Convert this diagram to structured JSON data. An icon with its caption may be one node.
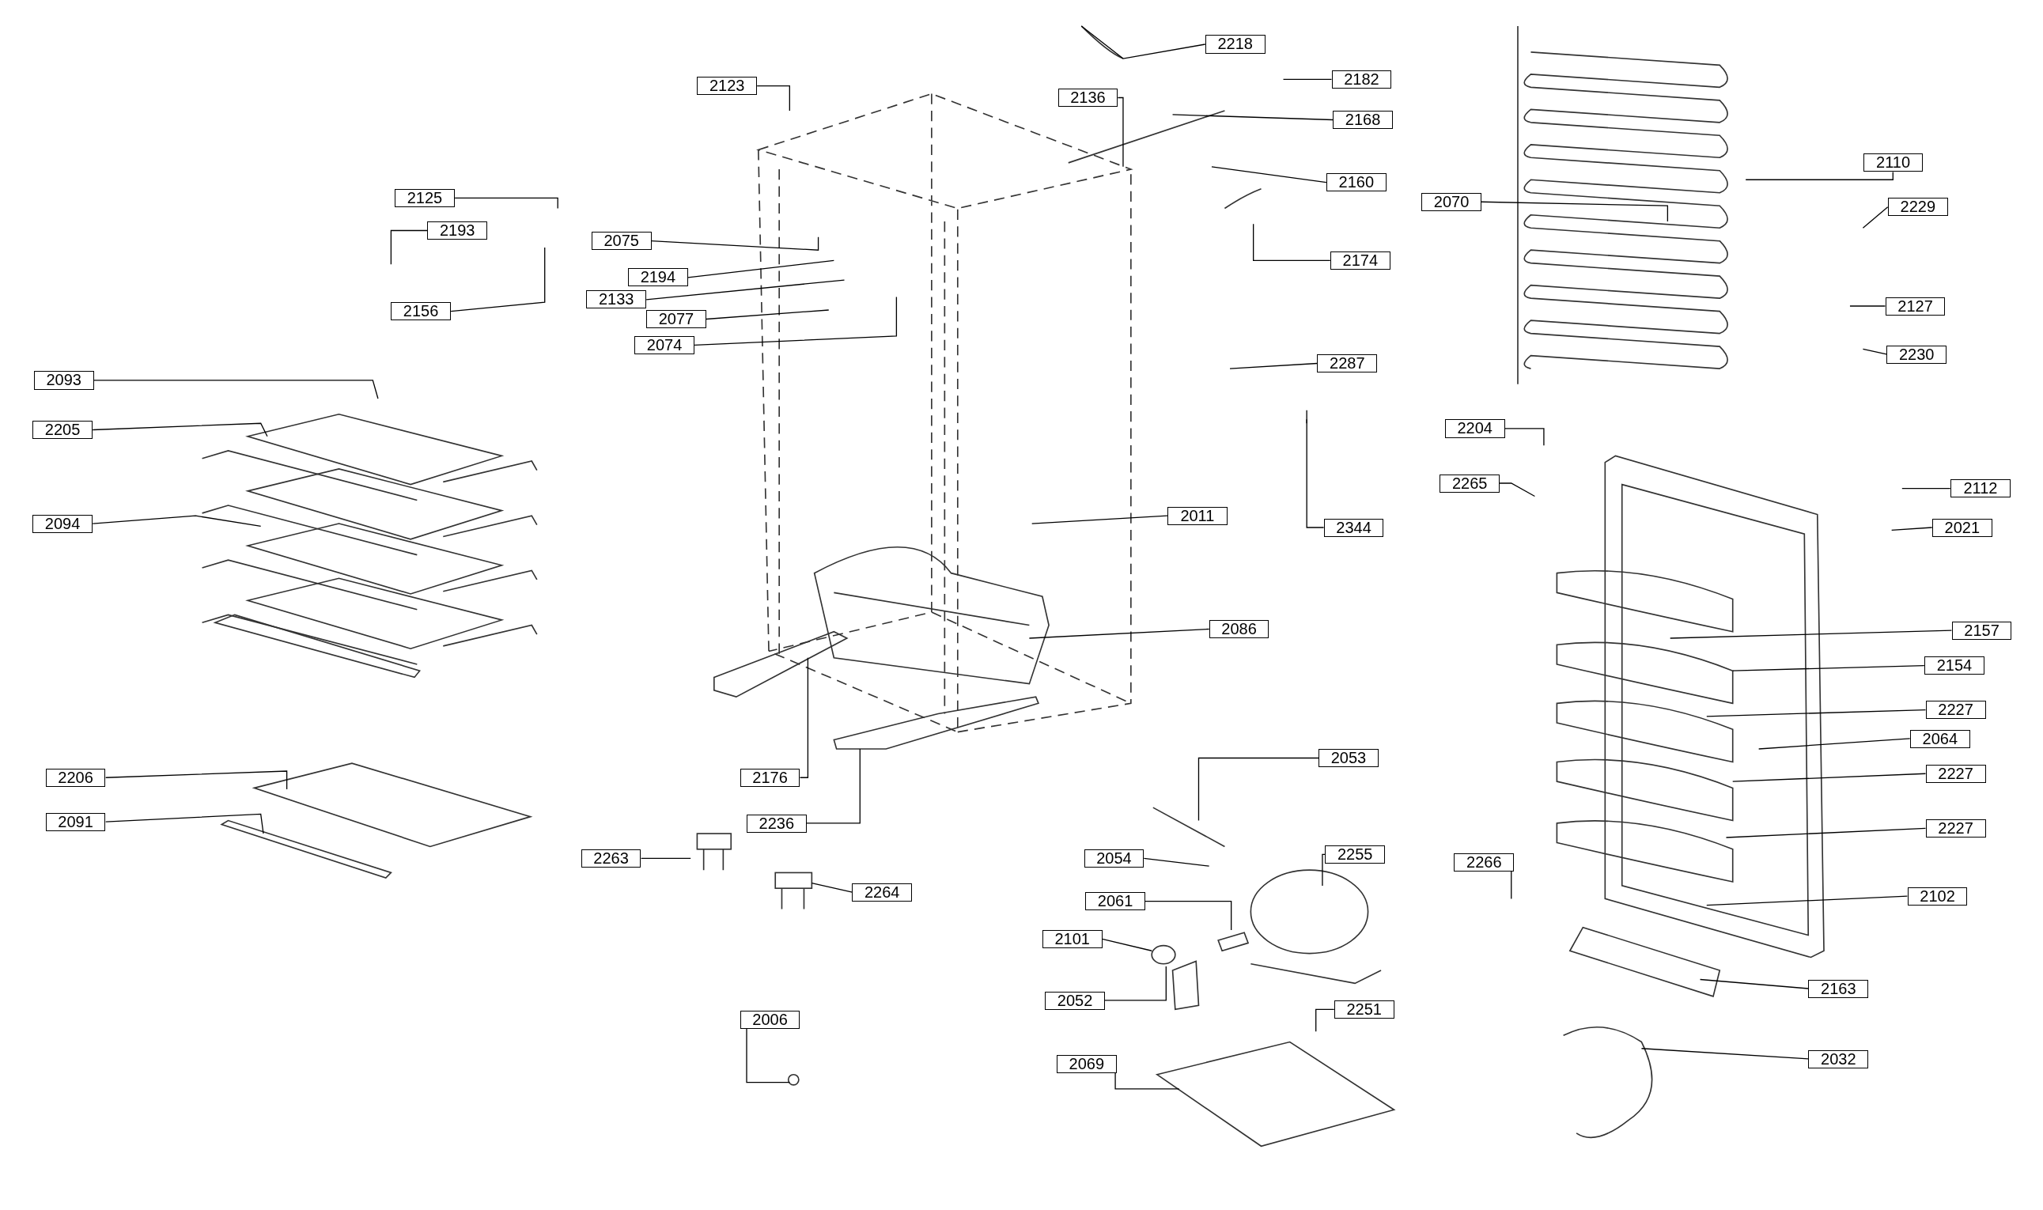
{
  "diagram": {
    "nodes": [
      {
        "text": [
          "2218"
        ]
      },
      {
        "text": [
          "2123"
        ]
      },
      {
        "text": [
          "2182"
        ]
      },
      {
        "text": [
          "2136"
        ]
      },
      {
        "text": [
          "2168"
        ]
      },
      {
        "text": [
          "2110"
        ]
      },
      {
        "text": [
          "2125"
        ]
      },
      {
        "text": [
          "2160"
        ]
      },
      {
        "text": [
          "2070"
        ]
      },
      {
        "text": [
          "2229"
        ]
      },
      {
        "text": [
          "2193"
        ]
      },
      {
        "text": [
          "2075"
        ]
      },
      {
        "text": [
          "2174"
        ]
      },
      {
        "text": [
          "2194"
        ]
      },
      {
        "text": [
          "2133"
        ]
      },
      {
        "text": [
          "2156"
        ]
      },
      {
        "text": [
          "2127"
        ]
      },
      {
        "text": [
          "2077"
        ]
      },
      {
        "text": [
          "2074"
        ]
      },
      {
        "text": [
          "2230"
        ]
      },
      {
        "text": [
          "2287"
        ]
      },
      {
        "text": [
          "2093"
        ]
      },
      {
        "text": [
          "2205"
        ]
      },
      {
        "text": [
          "2204"
        ]
      },
      {
        "text": [
          "2265"
        ]
      },
      {
        "text": [
          "2112"
        ]
      },
      {
        "text": [
          "2011"
        ]
      },
      {
        "text": [
          "2094"
        ]
      },
      {
        "text": [
          "2344"
        ]
      },
      {
        "text": [
          "2021"
        ]
      },
      {
        "text": [
          "2086"
        ]
      },
      {
        "text": [
          "2157"
        ]
      },
      {
        "text": [
          "2154"
        ]
      },
      {
        "text": [
          "2227"
        ]
      },
      {
        "text": [
          "2064"
        ]
      },
      {
        "text": [
          "2053"
        ]
      },
      {
        "text": [
          "2176"
        ]
      },
      {
        "text": [
          "2206"
        ]
      },
      {
        "text": [
          "2227"
        ]
      },
      {
        "text": [
          "2091"
        ]
      },
      {
        "text": [
          "2236"
        ]
      },
      {
        "text": [
          "2227"
        ]
      },
      {
        "text": [
          "2054"
        ]
      },
      {
        "text": [
          "2263"
        ]
      },
      {
        "text": [
          "2255"
        ]
      },
      {
        "text": [
          "2266"
        ]
      },
      {
        "text": [
          "2264"
        ]
      },
      {
        "text": [
          "2061"
        ]
      },
      {
        "text": [
          "2102"
        ]
      },
      {
        "text": [
          "2101"
        ]
      },
      {
        "text": [
          "2163"
        ]
      },
      {
        "text": [
          "2052"
        ]
      },
      {
        "text": [
          "2251"
        ]
      },
      {
        "text": [
          "2006"
        ]
      },
      {
        "text": [
          "2032"
        ]
      },
      {
        "text": [
          "2069"
        ]
      }
    ],
    "edges": [
      {
        "from": 0,
        "to": null,
        "arrow": "none"
      },
      {
        "from": 1,
        "to": null,
        "arrow": "none"
      },
      {
        "from": 2,
        "to": null,
        "arrow": "none"
      },
      {
        "from": 3,
        "to": null,
        "arrow": "none"
      },
      {
        "from": 4,
        "to": null,
        "arrow": "none"
      },
      {
        "from": 5,
        "to": null,
        "arrow": "none"
      },
      {
        "from": 6,
        "to": null,
        "arrow": "none"
      },
      {
        "from": 7,
        "to": null,
        "arrow": "none"
      },
      {
        "from": 8,
        "to": null,
        "arrow": "none"
      },
      {
        "from": 9,
        "to": null,
        "arrow": "none"
      },
      {
        "from": 10,
        "to": null,
        "arrow": "none"
      },
      {
        "from": 11,
        "to": null,
        "arrow": "none"
      },
      {
        "from": 12,
        "to": null,
        "arrow": "none"
      },
      {
        "from": 13,
        "to": null,
        "arrow": "none"
      },
      {
        "from": 14,
        "to": null,
        "arrow": "none"
      },
      {
        "from": 15,
        "to": null,
        "arrow": "none"
      },
      {
        "from": 16,
        "to": null,
        "arrow": "none"
      },
      {
        "from": 17,
        "to": null,
        "arrow": "none"
      },
      {
        "from": 18,
        "to": null,
        "arrow": "none"
      },
      {
        "from": 19,
        "to": null,
        "arrow": "none"
      },
      {
        "from": 20,
        "to": null,
        "arrow": "none"
      },
      {
        "from": 21,
        "to": null,
        "arrow": "none"
      },
      {
        "from": 22,
        "to": null,
        "arrow": "none"
      },
      {
        "from": 23,
        "to": null,
        "arrow": "none"
      },
      {
        "from": 24,
        "to": null,
        "arrow": "none"
      },
      {
        "from": 25,
        "to": null,
        "arrow": "none"
      },
      {
        "from": 26,
        "to": null,
        "arrow": "none"
      },
      {
        "from": 27,
        "to": null,
        "arrow": "none"
      },
      {
        "from": 28,
        "to": null,
        "arrow": "none"
      },
      {
        "from": 29,
        "to": null,
        "arrow": "none"
      },
      {
        "from": 30,
        "to": null,
        "arrow": "none"
      },
      {
        "from": 31,
        "to": null,
        "arrow": "none"
      },
      {
        "from": 32,
        "to": null,
        "arrow": "none"
      },
      {
        "from": 33,
        "to": null,
        "arrow": "none"
      },
      {
        "from": 34,
        "to": null,
        "arrow": "none"
      },
      {
        "from": 35,
        "to": null,
        "arrow": "none"
      },
      {
        "from": 36,
        "to": null,
        "arrow": "none"
      },
      {
        "from": 37,
        "to": null,
        "arrow": "none"
      },
      {
        "from": 38,
        "to": null,
        "arrow": "none"
      },
      {
        "from": 39,
        "to": null,
        "arrow": "none"
      },
      {
        "from": 40,
        "to": null,
        "arrow": "none"
      },
      {
        "from": 41,
        "to": null,
        "arrow": "none"
      },
      {
        "from": 42,
        "to": null,
        "arrow": "none"
      },
      {
        "from": 43,
        "to": null,
        "arrow": "none"
      },
      {
        "from": 44,
        "to": null,
        "arrow": "none"
      },
      {
        "from": 45,
        "to": null,
        "arrow": "none"
      },
      {
        "from": 46,
        "to": null,
        "arrow": "none"
      },
      {
        "from": 47,
        "to": null,
        "arrow": "none"
      },
      {
        "from": 48,
        "to": null,
        "arrow": "none"
      },
      {
        "from": 49,
        "to": null,
        "arrow": "none"
      },
      {
        "from": 50,
        "to": null,
        "arrow": "none"
      },
      {
        "from": 51,
        "to": null,
        "arrow": "none"
      },
      {
        "from": 52,
        "to": null,
        "arrow": "none"
      },
      {
        "from": 53,
        "to": null,
        "arrow": "none"
      },
      {
        "from": 54,
        "to": null,
        "arrow": "none"
      },
      {
        "from": 55,
        "to": null,
        "arrow": "none"
      }
    ]
  }
}
